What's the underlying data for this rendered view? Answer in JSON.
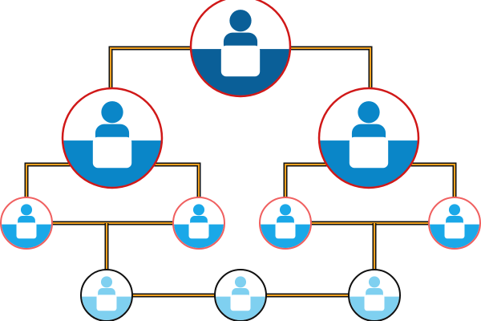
{
  "diagram": {
    "type": "organization-hierarchy",
    "levels": 4,
    "node_icon": "person-at-podium-icon",
    "colors": {
      "connector_outer": "#111111",
      "connector_inner": "#f0a020",
      "ring_primary": "#d01818",
      "ring_small": "#f06060",
      "ring_bottom": "#111111",
      "level1_fill": "#0a5f98",
      "level2_fill": "#0a86c8",
      "level3_fill": "#1aa8e8",
      "level4_fill": "#7fd0f0",
      "node_background": "#ffffff",
      "podium_fill": "#ffffff"
    },
    "nodes": [
      {
        "id": "top",
        "level": 1
      },
      {
        "id": "manager-left",
        "level": 2
      },
      {
        "id": "manager-right",
        "level": 2
      },
      {
        "id": "lead-left-a",
        "level": 3
      },
      {
        "id": "lead-left-b",
        "level": 3
      },
      {
        "id": "lead-right-a",
        "level": 3
      },
      {
        "id": "lead-right-b",
        "level": 3
      },
      {
        "id": "member-1",
        "level": 4
      },
      {
        "id": "member-2",
        "level": 4
      },
      {
        "id": "member-3",
        "level": 4
      }
    ],
    "edges": [
      [
        "top",
        "manager-left"
      ],
      [
        "top",
        "manager-right"
      ],
      [
        "manager-left",
        "lead-left-a"
      ],
      [
        "manager-left",
        "lead-left-b"
      ],
      [
        "manager-right",
        "lead-right-a"
      ],
      [
        "manager-right",
        "lead-right-b"
      ],
      [
        "lead-left-a",
        "lead-left-b"
      ],
      [
        "lead-right-a",
        "lead-right-b"
      ],
      [
        "lead-left-a",
        "member-1"
      ],
      [
        "lead-right-a",
        "member-3"
      ],
      [
        "member-1",
        "member-2"
      ],
      [
        "member-2",
        "member-3"
      ]
    ]
  }
}
